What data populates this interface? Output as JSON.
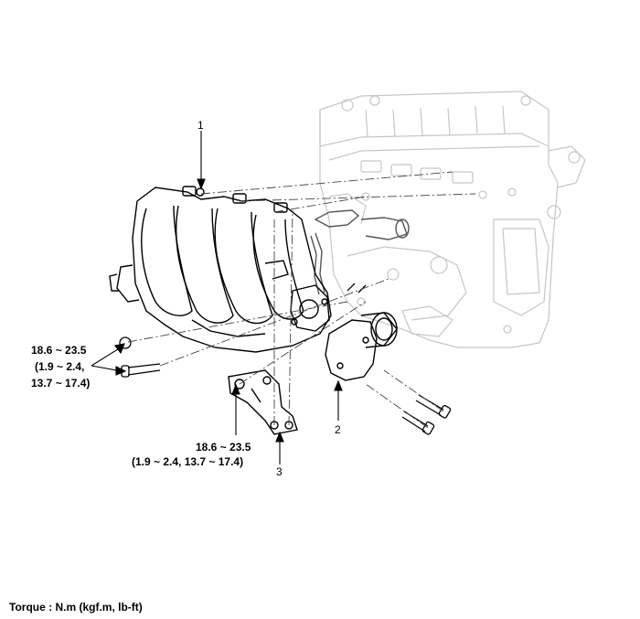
{
  "callouts": {
    "part1": "1",
    "part2": "2",
    "part3": "3"
  },
  "torque_manifold": {
    "line1": "18.6 ~ 23.5",
    "line2": "(1.9 ~ 2.4,",
    "line3": "13.7 ~ 17.4)"
  },
  "torque_bracket": {
    "line1": "18.6 ~ 23.5",
    "line2": "(1.9 ~ 2.4, 13.7 ~ 17.4)"
  },
  "footer": {
    "torque_units": "Torque : N.m (kgf.m, lb-ft)"
  }
}
